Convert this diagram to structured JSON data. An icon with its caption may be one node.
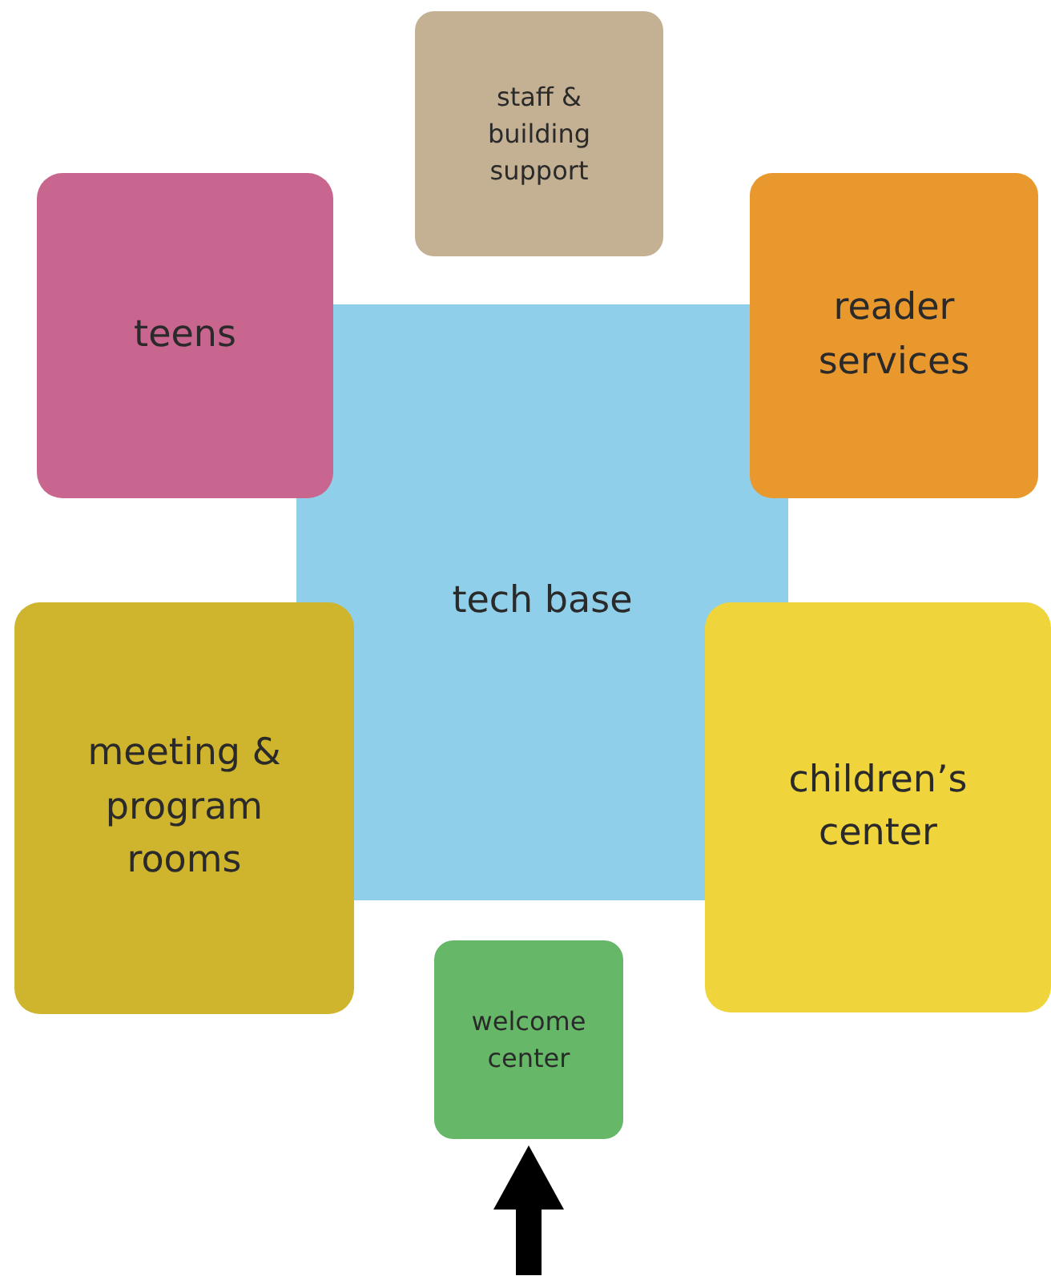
{
  "diagram": {
    "nodes": [
      {
        "text": [
          "staff & building support"
        ]
      },
      {
        "text": [
          "teens"
        ]
      },
      {
        "text": [
          "reader services"
        ]
      },
      {
        "text": [
          "tech base"
        ]
      },
      {
        "text": [
          "meeting & program rooms"
        ]
      },
      {
        "text": [
          "children’s center"
        ]
      },
      {
        "text": [
          "welcome center"
        ]
      }
    ],
    "edges": [
      {
        "from": null,
        "to": 6,
        "arrow": "to"
      }
    ]
  }
}
